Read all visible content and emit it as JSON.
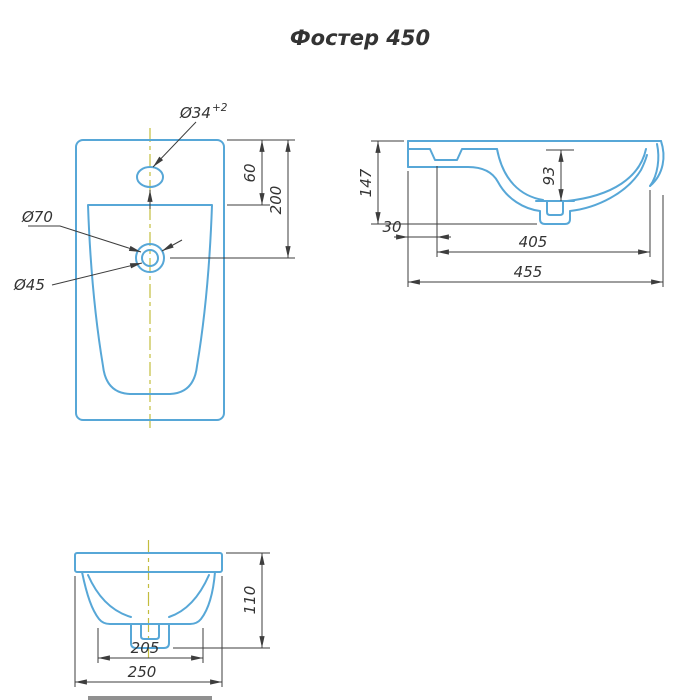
{
  "title": "Фостер 450",
  "colors": {
    "outline_blue": "#57a7d7",
    "dimension_gray": "#3d3d3d",
    "centerline_yellow": "#c3bd3e"
  },
  "plan": {
    "faucet_dia": "Ø34",
    "faucet_tol": "+2",
    "back_to_faucet": "60",
    "back_to_drain": "200",
    "drain_outer": "Ø70",
    "drain_inner": "Ø45"
  },
  "section": {
    "total_height": "147",
    "bowl_depth": "93",
    "back_offset": "30",
    "faucet_to_front": "405",
    "total_depth": "455"
  },
  "front": {
    "height_below_rim": "110",
    "bowl_width": "205",
    "total_width": "250"
  }
}
